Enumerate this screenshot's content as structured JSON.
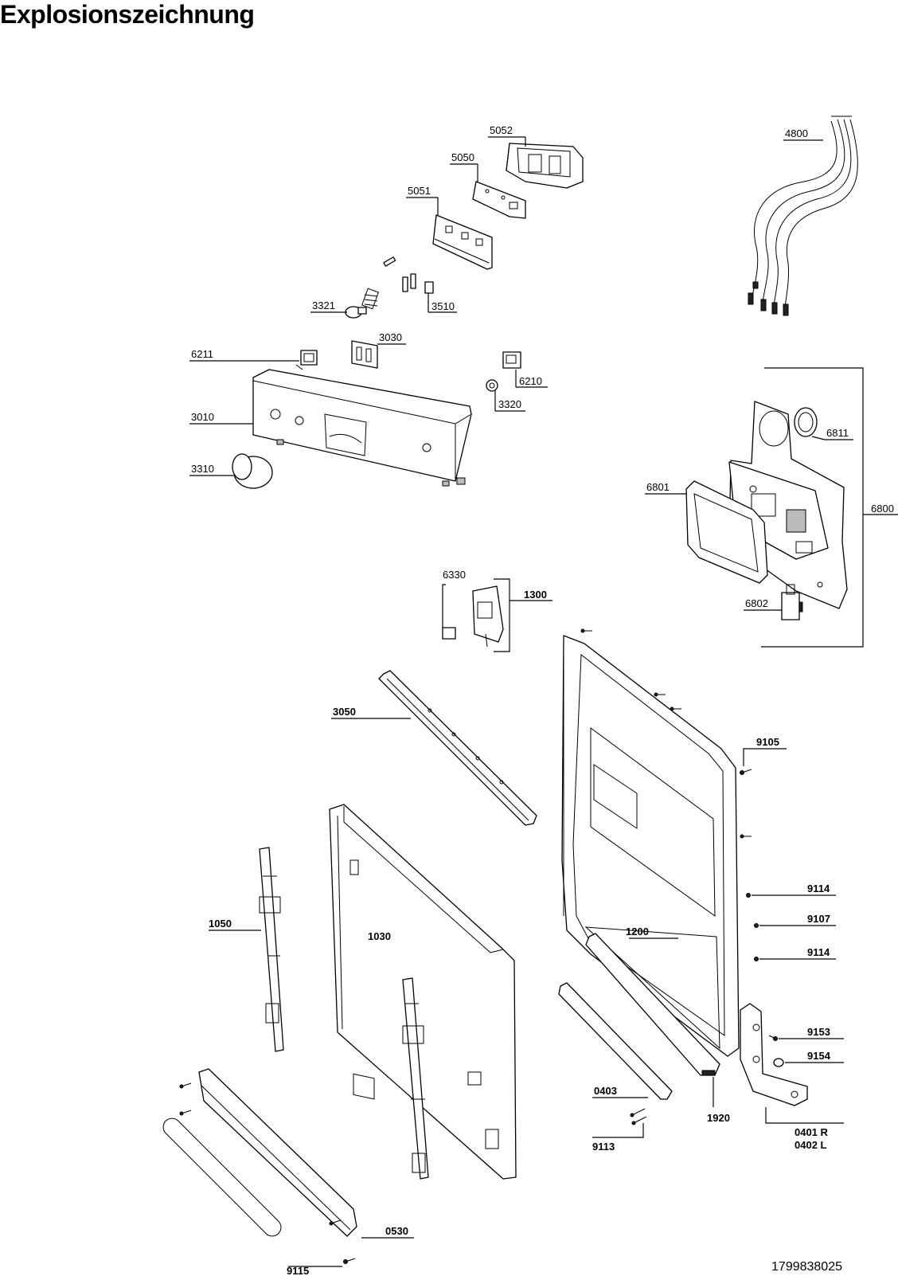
{
  "title": "Explosionszeichnung",
  "document_number": "1799838025",
  "labels": {
    "p5052": "5052",
    "p5050": "5050",
    "p5051": "5051",
    "p4800": "4800",
    "p3321": "3321",
    "p3510": "3510",
    "p6211": "6211",
    "p3030": "3030",
    "p6210": "6210",
    "p3010": "3010",
    "p3320": "3320",
    "p3310": "3310",
    "p6811": "6811",
    "p6801": "6801",
    "p6800": "6800",
    "p6330": "6330",
    "p1300": "1300",
    "p6802": "6802",
    "p3050": "3050",
    "p9105": "9105",
    "p9114a": "9114",
    "p1050": "1050",
    "p1030": "1030",
    "p1200": "1200",
    "p9107": "9107",
    "p9114b": "9114",
    "p9153": "9153",
    "p9154": "9154",
    "p0403": "0403",
    "p1920": "1920",
    "p0401": "0401 R",
    "p0402": "0402 L",
    "p9113": "9113",
    "p0530": "0530",
    "p9115": "9115"
  }
}
